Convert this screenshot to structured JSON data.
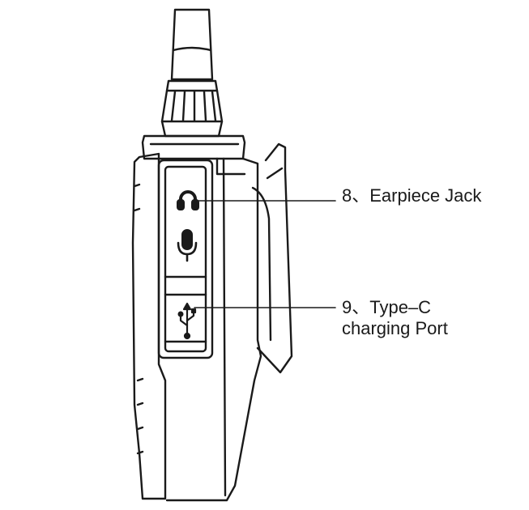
{
  "callouts": {
    "earpiece": {
      "label": "8、Earpiece Jack"
    },
    "charging": {
      "line1": "9、Type–C",
      "line2": "charging Port"
    }
  },
  "icons": [
    "headphone-icon",
    "microphone-icon",
    "usb-icon"
  ],
  "colors": {
    "stroke": "#1a1a1a",
    "background": "#ffffff"
  }
}
